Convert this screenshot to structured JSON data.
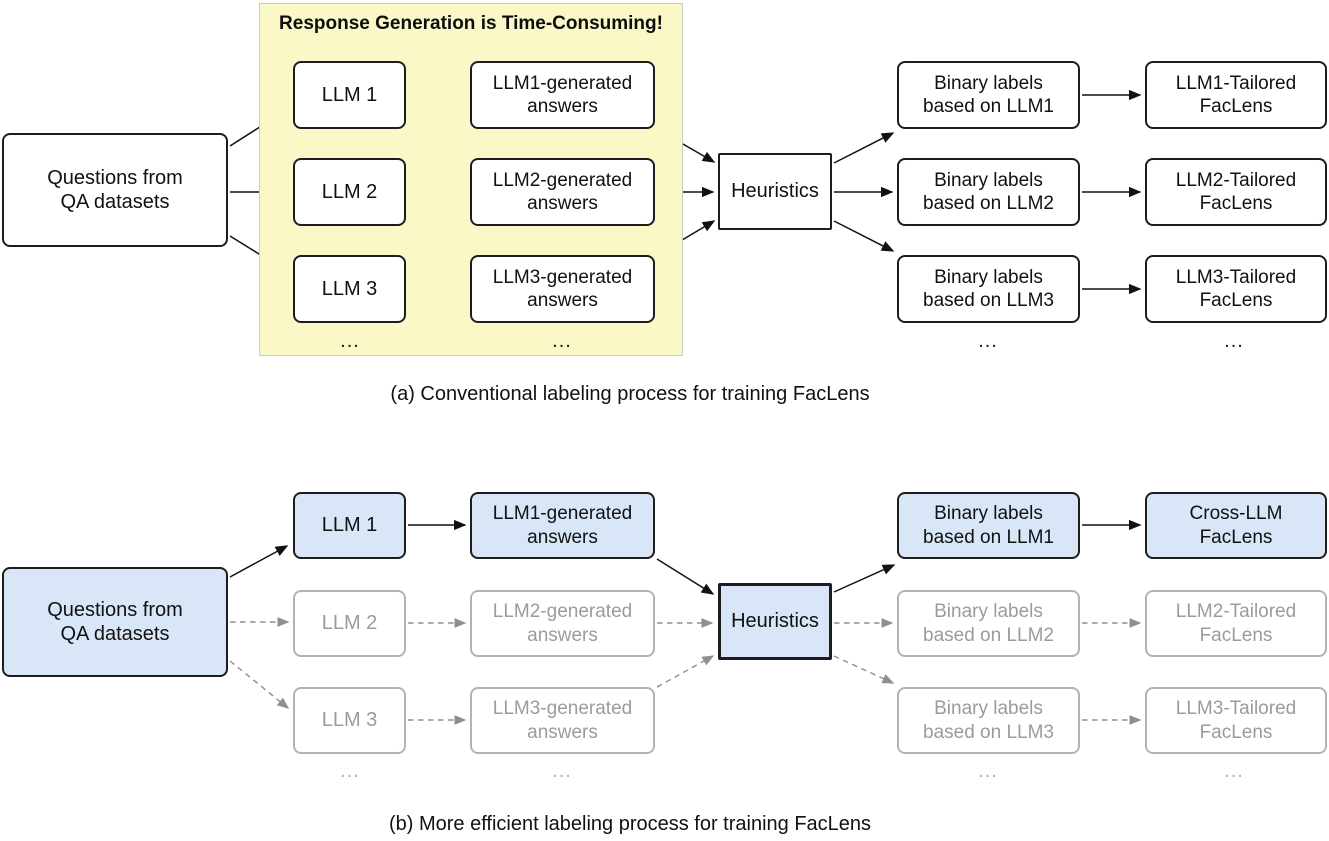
{
  "colors": {
    "highlight_yellow": "#FAF8C6",
    "highlight_blue": "#D8E6F7",
    "inactive_gray_border": "#B3B3B3",
    "inactive_gray_text": "#9B9B9B",
    "arrow_black": "#111111",
    "arrow_gray": "#8F8F8F"
  },
  "panel_a": {
    "banner": "Response Generation is Time-Consuming!",
    "caption": "(a) Conventional labeling process for training FacLens",
    "questions": "Questions from\nQA datasets",
    "llms": [
      "LLM 1",
      "LLM 2",
      "LLM 3"
    ],
    "answers": [
      "LLM1-generated\nanswers",
      "LLM2-generated\nanswers",
      "LLM3-generated\nanswers"
    ],
    "heuristics": "Heuristics",
    "labels": [
      "Binary labels\nbased on LLM1",
      "Binary labels\nbased on LLM2",
      "Binary labels\nbased on LLM3"
    ],
    "faclens": [
      "LLM1-Tailored\nFacLens",
      "LLM2-Tailored\nFacLens",
      "LLM3-Tailored\nFacLens"
    ],
    "ellipsis": "..."
  },
  "panel_b": {
    "caption": "(b) More efficient labeling process for training FacLens",
    "questions": "Questions from\nQA datasets",
    "llms": [
      "LLM 1",
      "LLM 2",
      "LLM 3"
    ],
    "answers": [
      "LLM1-generated\nanswers",
      "LLM2-generated\nanswers",
      "LLM3-generated\nanswers"
    ],
    "heuristics": "Heuristics",
    "labels": [
      "Binary labels\nbased on LLM1",
      "Binary labels\nbased on LLM2",
      "Binary labels\nbased on LLM3"
    ],
    "faclens": [
      "Cross-LLM\nFacLens",
      "LLM2-Tailored\nFacLens",
      "LLM3-Tailored\nFacLens"
    ],
    "ellipsis": "..."
  }
}
